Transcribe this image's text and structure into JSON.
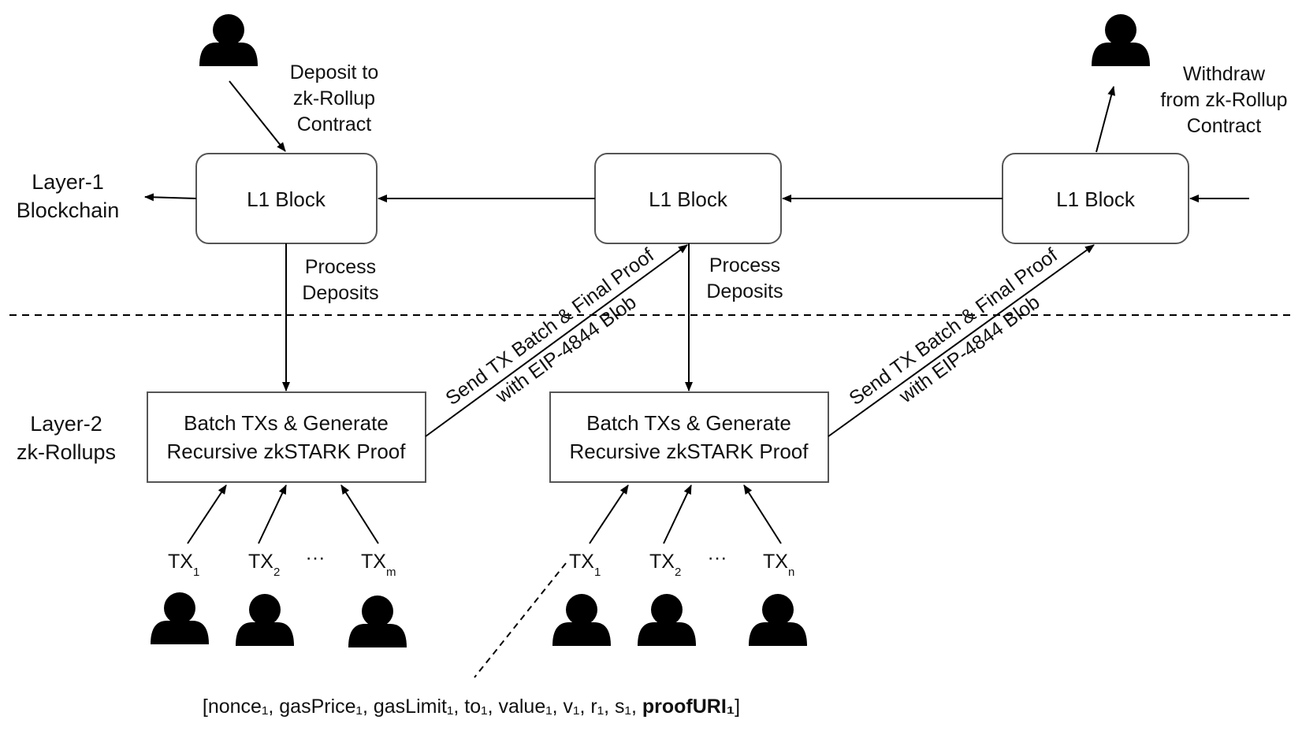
{
  "layers": {
    "l1_line1": "Layer-1",
    "l1_line2": "Blockchain",
    "l2_line1": "Layer-2",
    "l2_line2": "zk-Rollups"
  },
  "l1_blocks": [
    "L1 Block",
    "L1 Block",
    "L1 Block"
  ],
  "deposit": {
    "line1": "Deposit to",
    "line2": "zk-Rollup",
    "line3": "Contract"
  },
  "withdraw": {
    "line1": "Withdraw",
    "line2": "from zk-Rollup",
    "line3": "Contract"
  },
  "process_deposits": {
    "line1": "Process",
    "line2": "Deposits"
  },
  "send_batch": {
    "line1": "Send TX Batch & Final Proof",
    "line2": "with EIP-4844 Blob"
  },
  "batch_box": {
    "line1": "Batch TXs & Generate",
    "line2": "Recursive zkSTARK Proof"
  },
  "tx_groups": [
    {
      "txs": [
        {
          "base": "TX",
          "sub": "1"
        },
        {
          "base": "TX",
          "sub": "2"
        },
        {
          "base": "TX",
          "sub": "m"
        }
      ],
      "ellipsis": "···"
    },
    {
      "txs": [
        {
          "base": "TX",
          "sub": "1"
        },
        {
          "base": "TX",
          "sub": "2"
        },
        {
          "base": "TX",
          "sub": "n"
        }
      ],
      "ellipsis": "···"
    }
  ],
  "tx_fields": {
    "prefix": "[nonce₁, gasPrice₁, gasLimit₁, to₁, value₁, v₁, r₁, s₁, ",
    "bold": "proofURI₁",
    "suffix": "]"
  },
  "colors": {
    "line": "#000000",
    "box_border": "#555555",
    "person": "#000000"
  }
}
